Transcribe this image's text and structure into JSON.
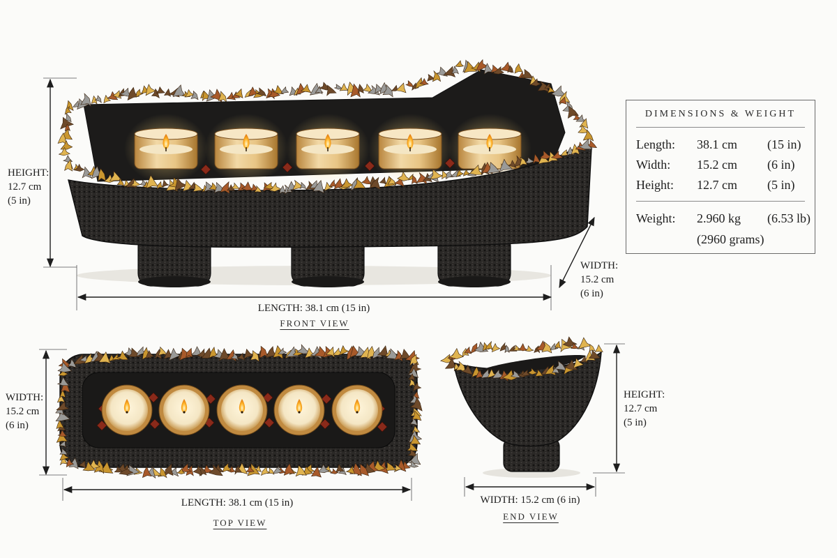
{
  "front_view": {
    "caption": "FRONT VIEW",
    "height_label": [
      "HEIGHT:",
      "12.7 cm",
      "(5 in)"
    ],
    "length_label": "LENGTH:  38.1 cm   (15 in)",
    "width_label": [
      "WIDTH:",
      "15.2 cm",
      "(6 in)"
    ]
  },
  "top_view": {
    "caption": "TOP VIEW",
    "width_label": [
      "WIDTH:",
      "15.2 cm",
      "(6 in)"
    ],
    "length_label": "LENGTH:  38.1 cm (15 in)"
  },
  "end_view": {
    "caption": "END VIEW",
    "height_label": [
      "HEIGHT:",
      "12.7 cm",
      "(5 in)"
    ],
    "width_label": "WIDTH: 15.2 cm (6 in)"
  },
  "dimensions": {
    "title": "DIMENSIONS & WEIGHT",
    "rows": [
      {
        "label": "Length:",
        "metric": "38.1 cm",
        "imperial": "(15 in)"
      },
      {
        "label": "Width:",
        "metric": "15.2 cm",
        "imperial": "(6 in)"
      },
      {
        "label": "Height:",
        "metric": "12.7 cm",
        "imperial": "(5 in)"
      }
    ],
    "weight": {
      "label": "Weight:",
      "metric": "2.960 kg",
      "imperial": "(6.53 lb)",
      "grams": "(2960 grams)"
    }
  },
  "colors": {
    "body": "#2a2826",
    "rim_gold": "#c9962f",
    "rim_copper": "#a85a2a",
    "rim_silver": "#9a9a98",
    "wax": "#f4e6c4",
    "glass": "#d9b06a",
    "flame": "#ffb428",
    "garnet": "#8a2a1a"
  }
}
